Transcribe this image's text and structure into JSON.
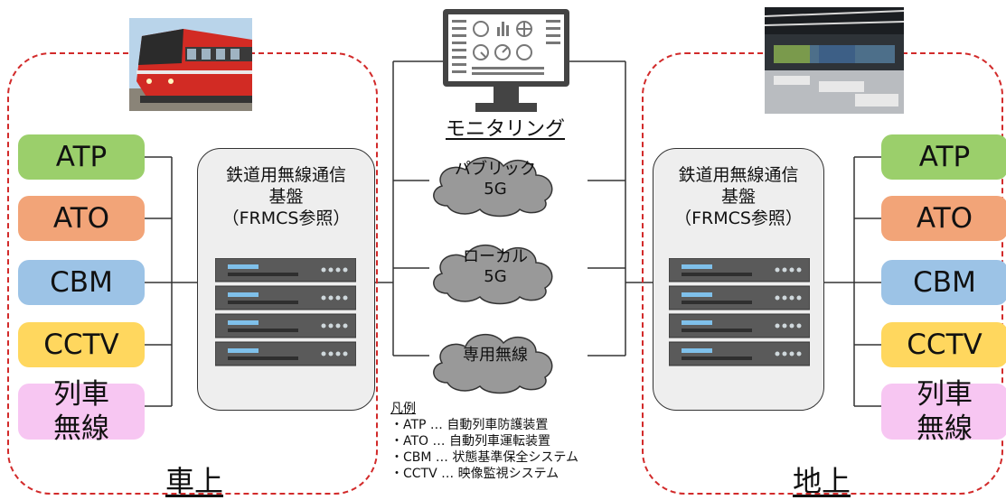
{
  "left_zone": {
    "label": "車上",
    "platform": {
      "line1": "鉄道用無線通信",
      "line2": "基盤",
      "line3": "（FRMCS参照）"
    },
    "systems": [
      {
        "label": "ATP",
        "color": "#9bcf6b"
      },
      {
        "label": "ATO",
        "color": "#f2a478"
      },
      {
        "label": "CBM",
        "color": "#9cc3e6"
      },
      {
        "label": "CCTV",
        "color": "#ffd75e"
      },
      {
        "line1": "列車",
        "line2": "無線",
        "color": "#f7c6f2"
      }
    ]
  },
  "right_zone": {
    "label": "地上",
    "platform": {
      "line1": "鉄道用無線通信",
      "line2": "基盤",
      "line3": "（FRMCS参照）"
    },
    "systems": [
      {
        "label": "ATP",
        "color": "#9bcf6b"
      },
      {
        "label": "ATO",
        "color": "#f2a478"
      },
      {
        "label": "CBM",
        "color": "#9cc3e6"
      },
      {
        "label": "CCTV",
        "color": "#ffd75e"
      },
      {
        "line1": "列車",
        "line2": "無線",
        "color": "#f7c6f2"
      }
    ]
  },
  "monitoring": {
    "label": "モニタリング"
  },
  "networks": [
    {
      "line1": "パブリック",
      "line2": "5G"
    },
    {
      "line1": "ローカル",
      "line2": "5G"
    },
    {
      "line1": "専用無線",
      "line2": ""
    }
  ],
  "legend": {
    "title": "凡例",
    "items": [
      "・ATP … 自動列車防護装置",
      "・ATO … 自動列車運転装置",
      "・CBM … 状態基準保全システム",
      "・CCTV … 映像監視システム"
    ]
  },
  "colors": {
    "zone_border": "#d22a2a",
    "panel_fill": "#eeeeee",
    "cloud_fill": "#999999",
    "server": "#5a5a5a"
  }
}
